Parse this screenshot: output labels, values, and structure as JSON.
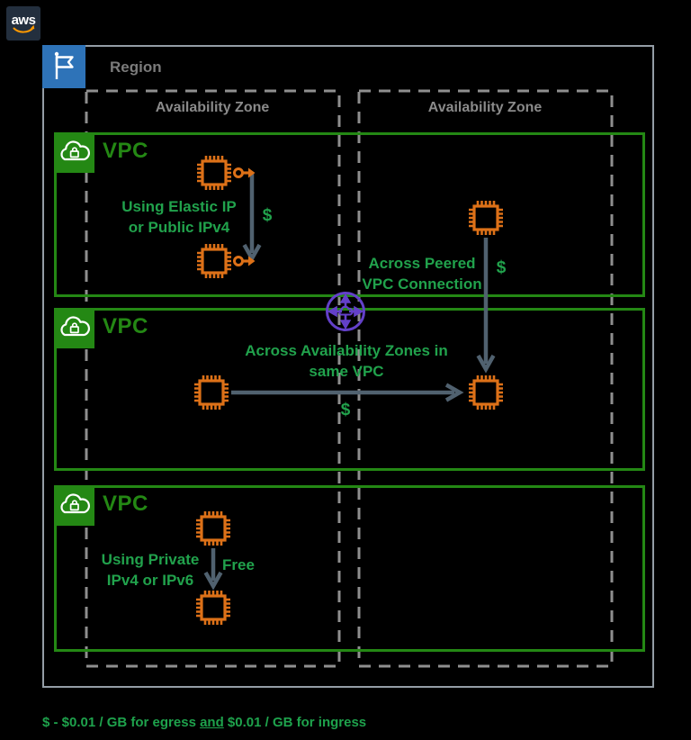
{
  "colors": {
    "background": "#000000",
    "region_border": "#949DA6",
    "region_blue": "#2E73B8",
    "az_gray": "#8F8F8F",
    "vpc_green": "#248814",
    "ec2_orange": "#DD7118",
    "annotation_green": "#21A24C",
    "arrow_slate": "#50616F",
    "peering_purple": "#6340C9",
    "aws_navy": "#232F3E",
    "aws_smile_orange": "#FF9900"
  },
  "logo": {
    "text": "aws"
  },
  "region": {
    "label": "Region"
  },
  "availability_zones": [
    {
      "label": "Availability Zone"
    },
    {
      "label": "Availability Zone"
    }
  ],
  "vpcs": [
    {
      "label": "VPC"
    },
    {
      "label": "VPC"
    },
    {
      "label": "VPC"
    }
  ],
  "annotations": {
    "elastic_ip": {
      "line1": "Using Elastic IP",
      "line2": "or Public IPv4"
    },
    "peered_vpc": {
      "line1": "Across Peered",
      "line2": "VPC Connection"
    },
    "cross_az": {
      "line1": "Across Availability Zones in",
      "line2": "same VPC"
    },
    "private_ip": {
      "line1": "Using Private",
      "line2": "IPv4 or IPv6"
    },
    "free": "Free",
    "dollar": "$"
  },
  "footnote": {
    "before": "$ - $0.01 / GB for egress ",
    "and_word": "and",
    "after": " $0.01 / GB for ingress"
  }
}
